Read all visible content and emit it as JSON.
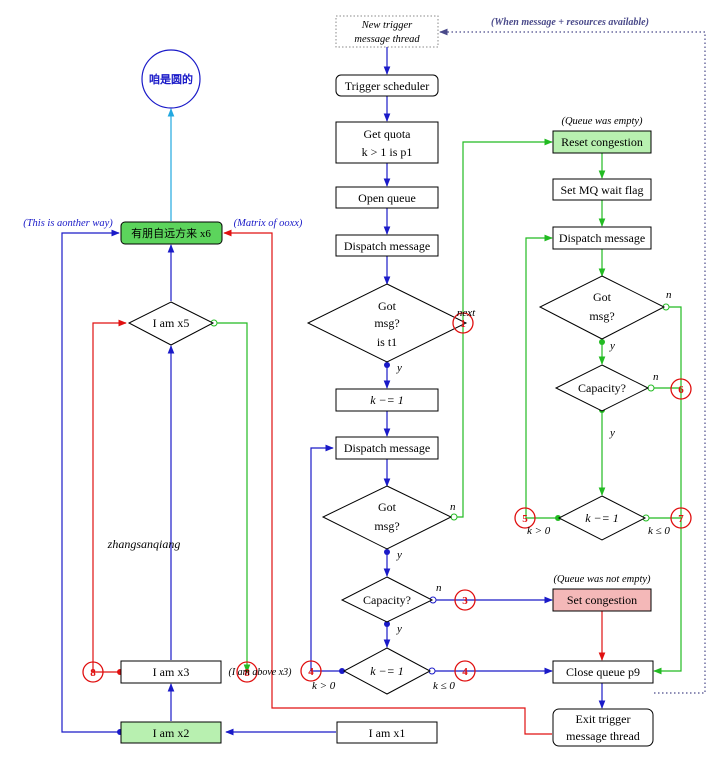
{
  "colors": {
    "blue": "#1a1ac8",
    "green": "#22bb22",
    "red": "#e01010",
    "cyan": "#22a8e0",
    "slate": "#4a4a8a",
    "green_fill": "#b8f0b0",
    "green_fill_dark": "#5cd45c",
    "red_fill": "#f4b8b8"
  },
  "nodes": {
    "new_trigger": [
      "New trigger",
      "message thread"
    ],
    "trigger_scheduler": "Trigger scheduler",
    "get_quota": [
      "Get quota",
      "k > 1 is p1"
    ],
    "open_queue": "Open queue",
    "dispatch_message_1": "Dispatch message",
    "got_msg_1": [
      "Got",
      "msg?",
      "is t1"
    ],
    "k_decrement_1": "k −= 1",
    "dispatch_message_2": "Dispatch message",
    "got_msg_2": [
      "Got",
      "msg?"
    ],
    "capacity_1": "Capacity?",
    "k_decrement_2": "k −= 1",
    "reset_congestion": "Reset congestion",
    "set_mq_wait_flag": "Set MQ wait flag",
    "dispatch_message_3": "Dispatch message",
    "got_msg_3": [
      "Got",
      "msg?"
    ],
    "capacity_2": "Capacity?",
    "k_decrement_3": "k −= 1",
    "set_congestion": "Set congestion",
    "close_queue": "Close queue p9",
    "exit_trigger": [
      "Exit trigger",
      "message thread"
    ],
    "i_am_x1": "I am x1",
    "i_am_x2": "I am x2",
    "i_am_x3": "I am x3",
    "i_am_x5": "I am x5",
    "x6": "有朋自远方来 x6",
    "circle_top": "咱是圆的"
  },
  "annotations": {
    "when_available": "(When message + resources available)",
    "queue_empty": "(Queue was empty)",
    "queue_not_empty": "(Queue was not empty)",
    "another_way": "(This is aonther way)",
    "matrix": "(Matrix of ooxx)",
    "i_am_above": "(I am above x3)",
    "zhangsanqiang": "zhangsanqiang",
    "next": "next"
  },
  "edge_labels": {
    "y": "y",
    "n": "n",
    "k_gt_0": "k > 0",
    "k_le_0": "k ≤ 0"
  },
  "markers": [
    "1",
    "3",
    "4",
    "5",
    "6",
    "7",
    "8"
  ]
}
